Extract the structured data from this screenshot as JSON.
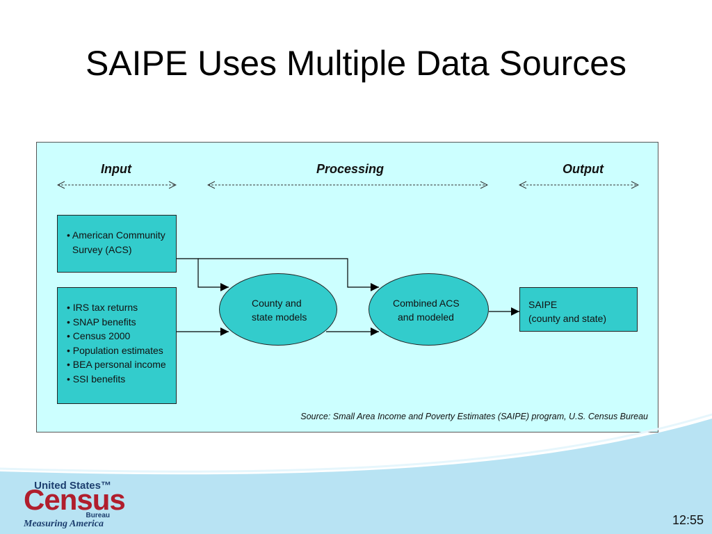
{
  "slide": {
    "title": "SAIPE Uses Multiple Data Sources",
    "number": "12:55"
  },
  "diagram": {
    "sections": [
      "Input",
      "Processing",
      "Output"
    ],
    "input_boxes": [
      {
        "items": [
          "American Community Survey (ACS)"
        ]
      },
      {
        "items": [
          "IRS tax returns",
          "SNAP benefits",
          "Census 2000",
          "Population estimates",
          "BEA personal income",
          "SSI benefits"
        ]
      }
    ],
    "process_nodes": [
      {
        "line1": "County and",
        "line2": "state models"
      },
      {
        "line1": "Combined ACS",
        "line2": "and modeled"
      }
    ],
    "output_box": {
      "line1": "SAIPE",
      "line2": "(county and state)"
    },
    "source": "Source:  Small Area Income and Poverty Estimates (SAIPE) program, U.S. Census Bureau"
  },
  "logo": {
    "top": "United States™",
    "main": "Census",
    "sub": "Bureau",
    "tagline": "Measuring America"
  },
  "colors": {
    "diagram_background": "#ccffff",
    "node_fill": "#33cccc",
    "footer_band": "#b8e3f3"
  }
}
